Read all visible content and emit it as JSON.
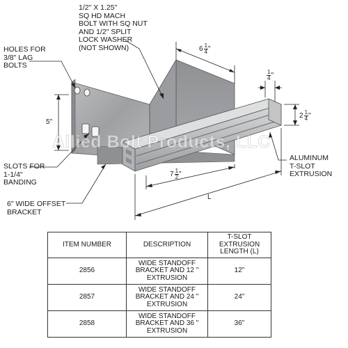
{
  "callouts": {
    "bolt": [
      "1/2\" X 1.25\"",
      "SQ HD MACH",
      "BOLT WITH SQ NUT",
      "AND 1/2\" SPLIT",
      "LOCK WASHER",
      "(NOT SHOWN)"
    ],
    "lag_holes": [
      "HOLES FOR",
      "3/8\" LAG",
      "BOLTS"
    ],
    "slots": [
      "SLOTS FOR",
      "1-1/4\"",
      "BANDING"
    ],
    "bracket": [
      "6\" WIDE OFFSET",
      "BRACKET"
    ],
    "extrusion": [
      "ALUMINUM",
      "T-SLOT",
      "EXTRUSION"
    ]
  },
  "dimensions": {
    "width": {
      "whole": "6",
      "num": "1",
      "den": "4",
      "unit": "\""
    },
    "slot_depth": {
      "whole": "",
      "num": "1",
      "den": "4",
      "unit": "\""
    },
    "height": {
      "whole": "5",
      "num": "",
      "den": "",
      "unit": "\""
    },
    "profile": {
      "whole": "2",
      "num": "1",
      "den": "4",
      "unit": "\""
    },
    "bracket_length": {
      "whole": "7",
      "num": "1",
      "den": "2",
      "unit": "\""
    },
    "length": {
      "whole": "L",
      "num": "",
      "den": "",
      "unit": ""
    }
  },
  "watermark": "Allied Bolt Products, LLC",
  "table": {
    "headers": [
      "ITEM NUMBER",
      "DESCRIPTION",
      "T-SLOT EXTRUSION LENGTH (L)"
    ],
    "rows": [
      {
        "item": "2856",
        "description": "WIDE STANDOFF BRACKET AND 12 \" EXTRUSION",
        "length": "12\""
      },
      {
        "item": "2857",
        "description": "WIDE STANDOFF BRACKET AND 24 \" EXTRUSION",
        "length": "24\""
      },
      {
        "item": "2858",
        "description": "WIDE STANDOFF BRACKET AND 36 \" EXTRUSION",
        "length": "36\""
      }
    ]
  },
  "colors": {
    "steel": "#a9aaac",
    "steel_dark": "#7f8184",
    "aluminum": "#c7c9cb",
    "line": "#222222"
  }
}
